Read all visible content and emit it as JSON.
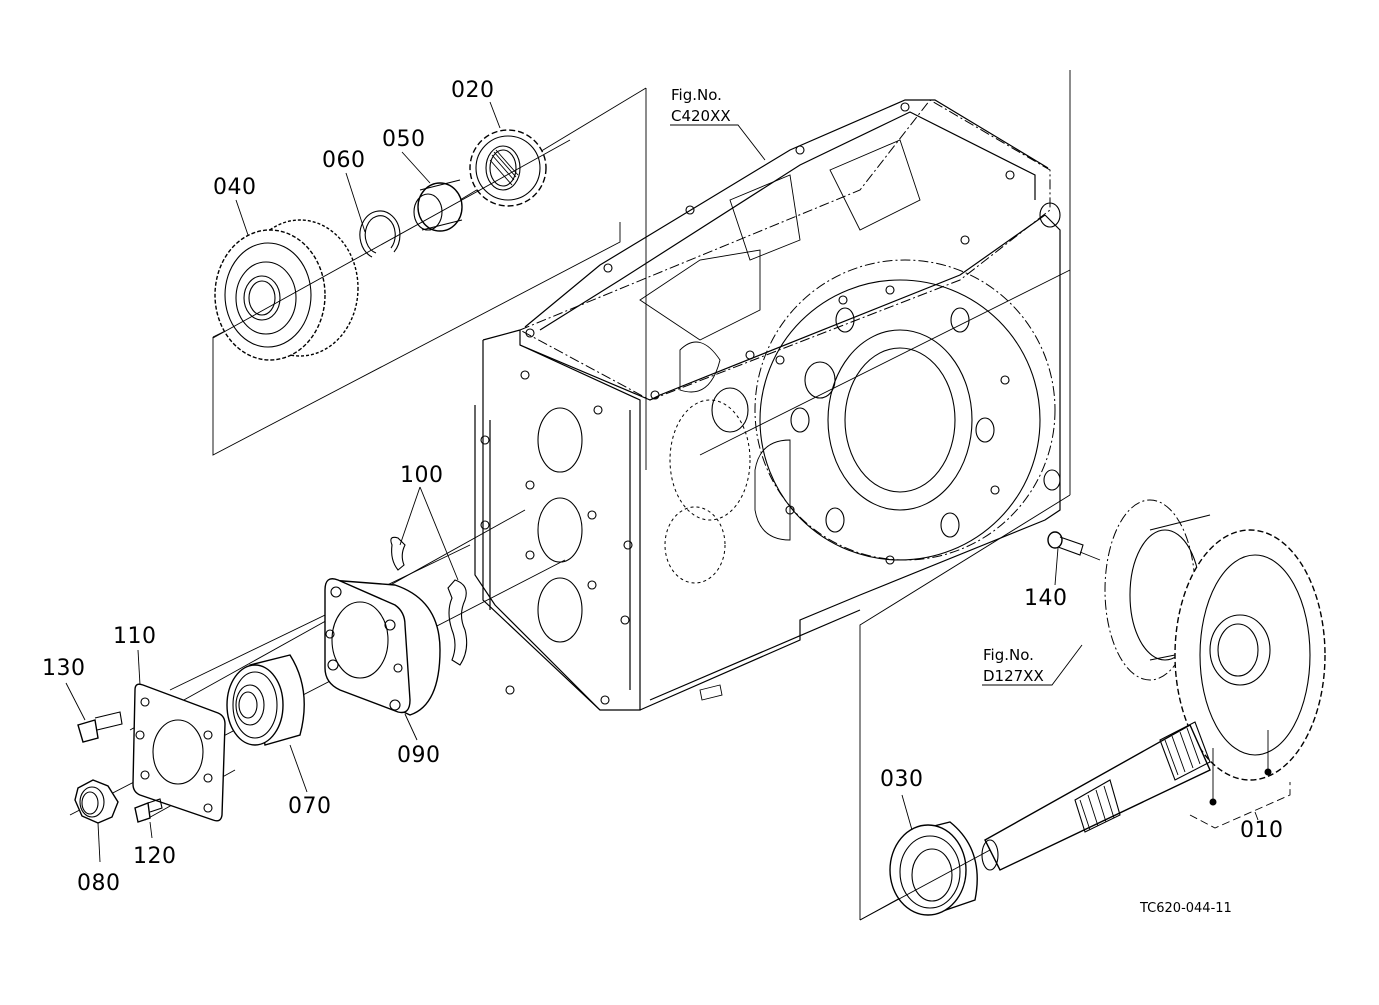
{
  "diagram": {
    "type": "exploded-parts-view",
    "drawing_number": "TC620-044-11",
    "figure_references": [
      {
        "prefix": "Fig.No.",
        "code": "C420XX",
        "points_to": "transmission case"
      },
      {
        "prefix": "Fig.No.",
        "code": "D127XX",
        "points_to": "differential case"
      }
    ],
    "parts": [
      {
        "id": "010",
        "label": "010",
        "depicts": "bevel pinion shaft and ring gear set"
      },
      {
        "id": "020",
        "label": "020",
        "depicts": "spur gear"
      },
      {
        "id": "030",
        "label": "030",
        "depicts": "ball bearing"
      },
      {
        "id": "040",
        "label": "040",
        "depicts": "double gear"
      },
      {
        "id": "050",
        "label": "050",
        "depicts": "collar"
      },
      {
        "id": "060",
        "label": "060",
        "depicts": "snap ring"
      },
      {
        "id": "070",
        "label": "070",
        "depicts": "bearing"
      },
      {
        "id": "080",
        "label": "080",
        "depicts": "lock nut"
      },
      {
        "id": "090",
        "label": "090",
        "depicts": "bearing holder"
      },
      {
        "id": "100",
        "label": "100",
        "depicts": "retainer plates (2)"
      },
      {
        "id": "110",
        "label": "110",
        "depicts": "cover plate"
      },
      {
        "id": "120",
        "label": "120",
        "depicts": "bolt"
      },
      {
        "id": "130",
        "label": "130",
        "depicts": "bolt"
      },
      {
        "id": "140",
        "label": "140",
        "depicts": "flange bolt"
      }
    ]
  }
}
